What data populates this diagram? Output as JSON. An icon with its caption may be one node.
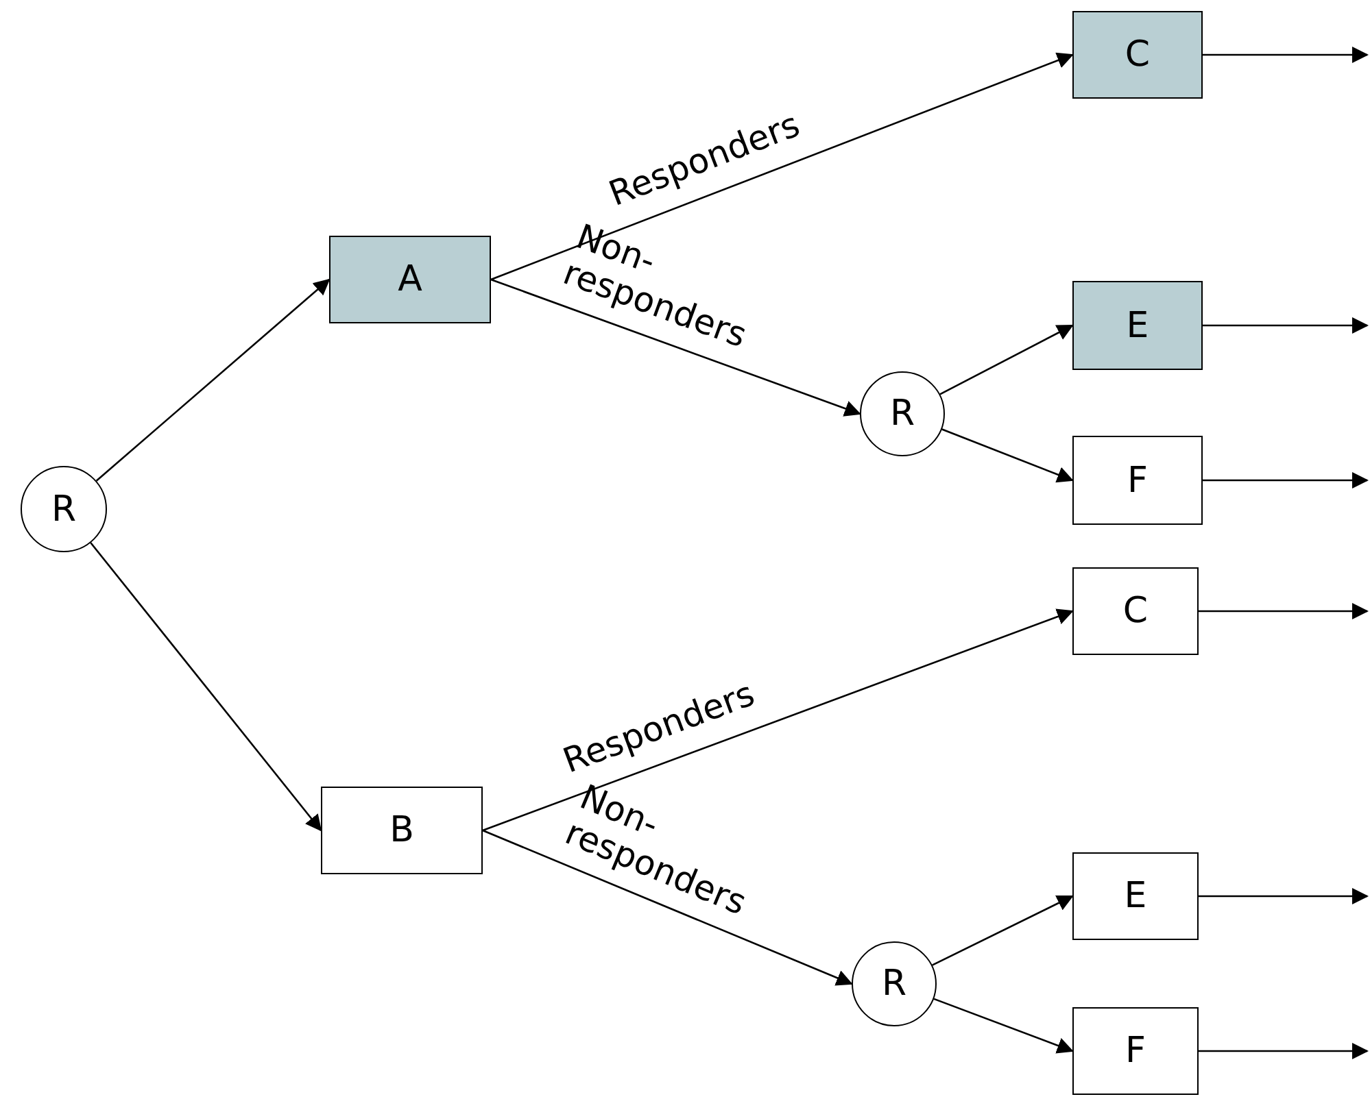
{
  "diagram": {
    "nodes": [
      {
        "text": [
          "R"
        ]
      },
      {
        "text": [
          "A"
        ]
      },
      {
        "text": [
          "C"
        ]
      },
      {
        "text": [
          "R"
        ]
      },
      {
        "text": [
          "E"
        ]
      },
      {
        "text": [
          "F"
        ]
      },
      {
        "text": [
          "B"
        ]
      },
      {
        "text": [
          "C"
        ]
      },
      {
        "text": [
          "R"
        ]
      },
      {
        "text": [
          "E"
        ]
      },
      {
        "text": [
          "F"
        ]
      }
    ],
    "edges": [
      {
        "from": 0,
        "to": 1,
        "arrow": "to"
      },
      {
        "from": 0,
        "to": 6,
        "arrow": "to"
      },
      {
        "from": 1,
        "to": 2,
        "arrow": "to",
        "label": "Responders"
      },
      {
        "from": 1,
        "to": 3,
        "arrow": "to",
        "label": "Non- responders"
      },
      {
        "from": 3,
        "to": 4,
        "arrow": "to"
      },
      {
        "from": 3,
        "to": 5,
        "arrow": "to"
      },
      {
        "from": 6,
        "to": 7,
        "arrow": "to",
        "label": "Responders"
      },
      {
        "from": 6,
        "to": 8,
        "arrow": "to",
        "label": "Non- responders"
      },
      {
        "from": 8,
        "to": 9,
        "arrow": "to"
      },
      {
        "from": 8,
        "to": 10,
        "arrow": "to"
      },
      {
        "from": 2,
        "to": null,
        "arrow": "to"
      },
      {
        "from": 4,
        "to": null,
        "arrow": "to"
      },
      {
        "from": 5,
        "to": null,
        "arrow": "to"
      },
      {
        "from": 7,
        "to": null,
        "arrow": "to"
      },
      {
        "from": 9,
        "to": null,
        "arrow": "to"
      },
      {
        "from": 10,
        "to": null,
        "arrow": "to"
      }
    ]
  }
}
